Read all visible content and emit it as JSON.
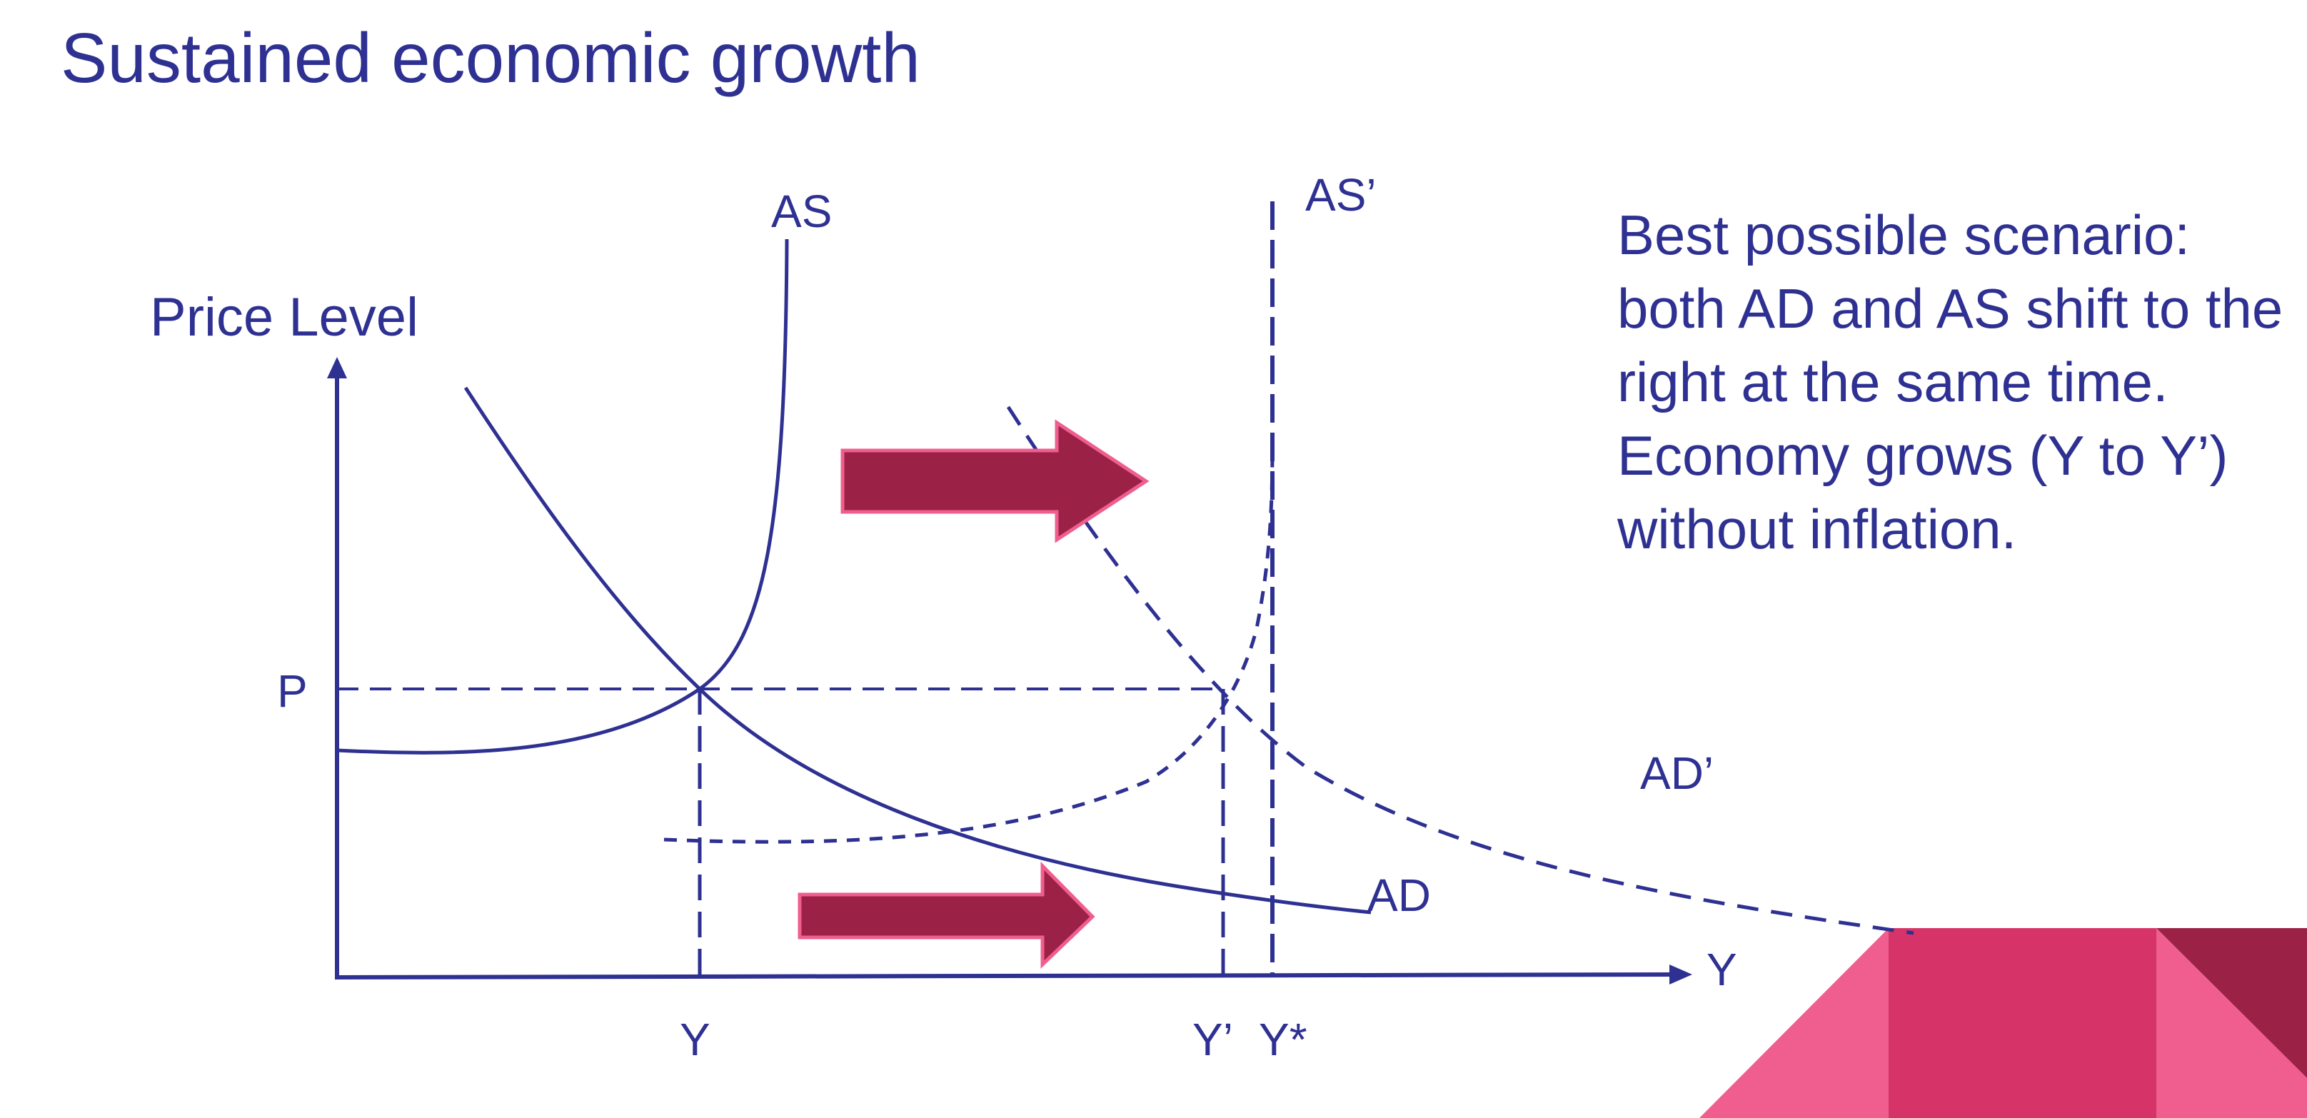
{
  "slide": {
    "title": "Sustained economic growth",
    "description": "Best possible scenario: both AD and AS shift to the right at the same time. Economy grows (Y to Y’) without inflation."
  },
  "diagram": {
    "y_axis_label": "Price Level",
    "x_axis_label": "Y",
    "price_tick": "P",
    "x_ticks": [
      "Y",
      "Y’",
      "Y*"
    ],
    "curves": {
      "as": "AS",
      "as_shifted": "AS’",
      "ad": "AD",
      "ad_shifted": "AD’"
    },
    "arrow_color": "#9b2146"
  },
  "colors": {
    "text": "#2e3192",
    "arrow": "#9b2146",
    "corner_dark": "#9b2146",
    "corner_mid": "#d63468",
    "corner_light": "#ef5e8e"
  }
}
